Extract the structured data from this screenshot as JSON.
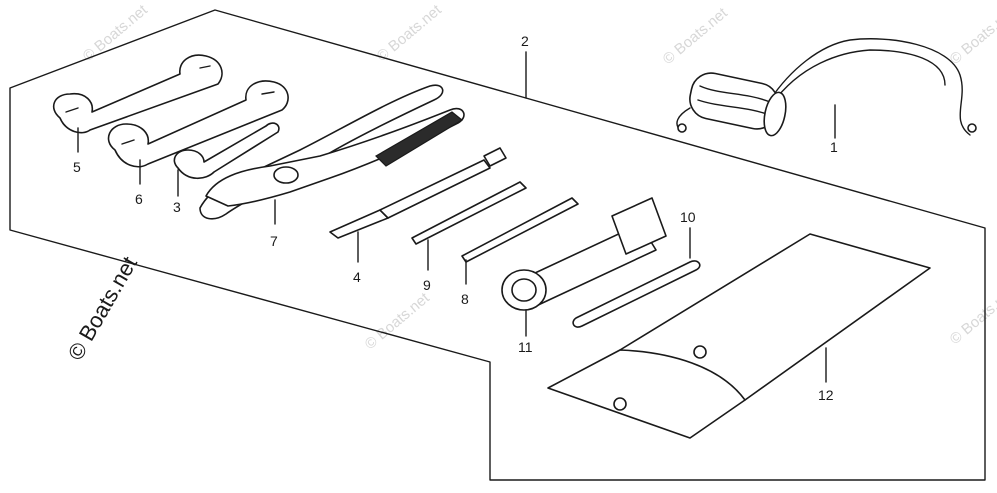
{
  "copyright": "© Boats.net",
  "watermark": "© Boats.net",
  "colors": {
    "ink": "#1a1a1a",
    "watermark": "#d7d7d7",
    "background": "#ffffff"
  },
  "parts": [
    {
      "number": "1",
      "icon": "rope-handle-icon"
    },
    {
      "number": "2",
      "icon": "tool-kit-outline-icon"
    },
    {
      "number": "3",
      "icon": "small-wrench-icon"
    },
    {
      "number": "4",
      "icon": "screwdriver-icon"
    },
    {
      "number": "5",
      "icon": "open-wrench-icon"
    },
    {
      "number": "6",
      "icon": "open-wrench-icon"
    },
    {
      "number": "7",
      "icon": "pliers-icon"
    },
    {
      "number": "8",
      "icon": "screwdriver-blade-icon"
    },
    {
      "number": "9",
      "icon": "screwdriver-blade-icon"
    },
    {
      "number": "10",
      "icon": "spark-plug-bar-icon"
    },
    {
      "number": "11",
      "icon": "spark-plug-wrench-icon"
    },
    {
      "number": "12",
      "icon": "tool-bag-icon"
    }
  ]
}
